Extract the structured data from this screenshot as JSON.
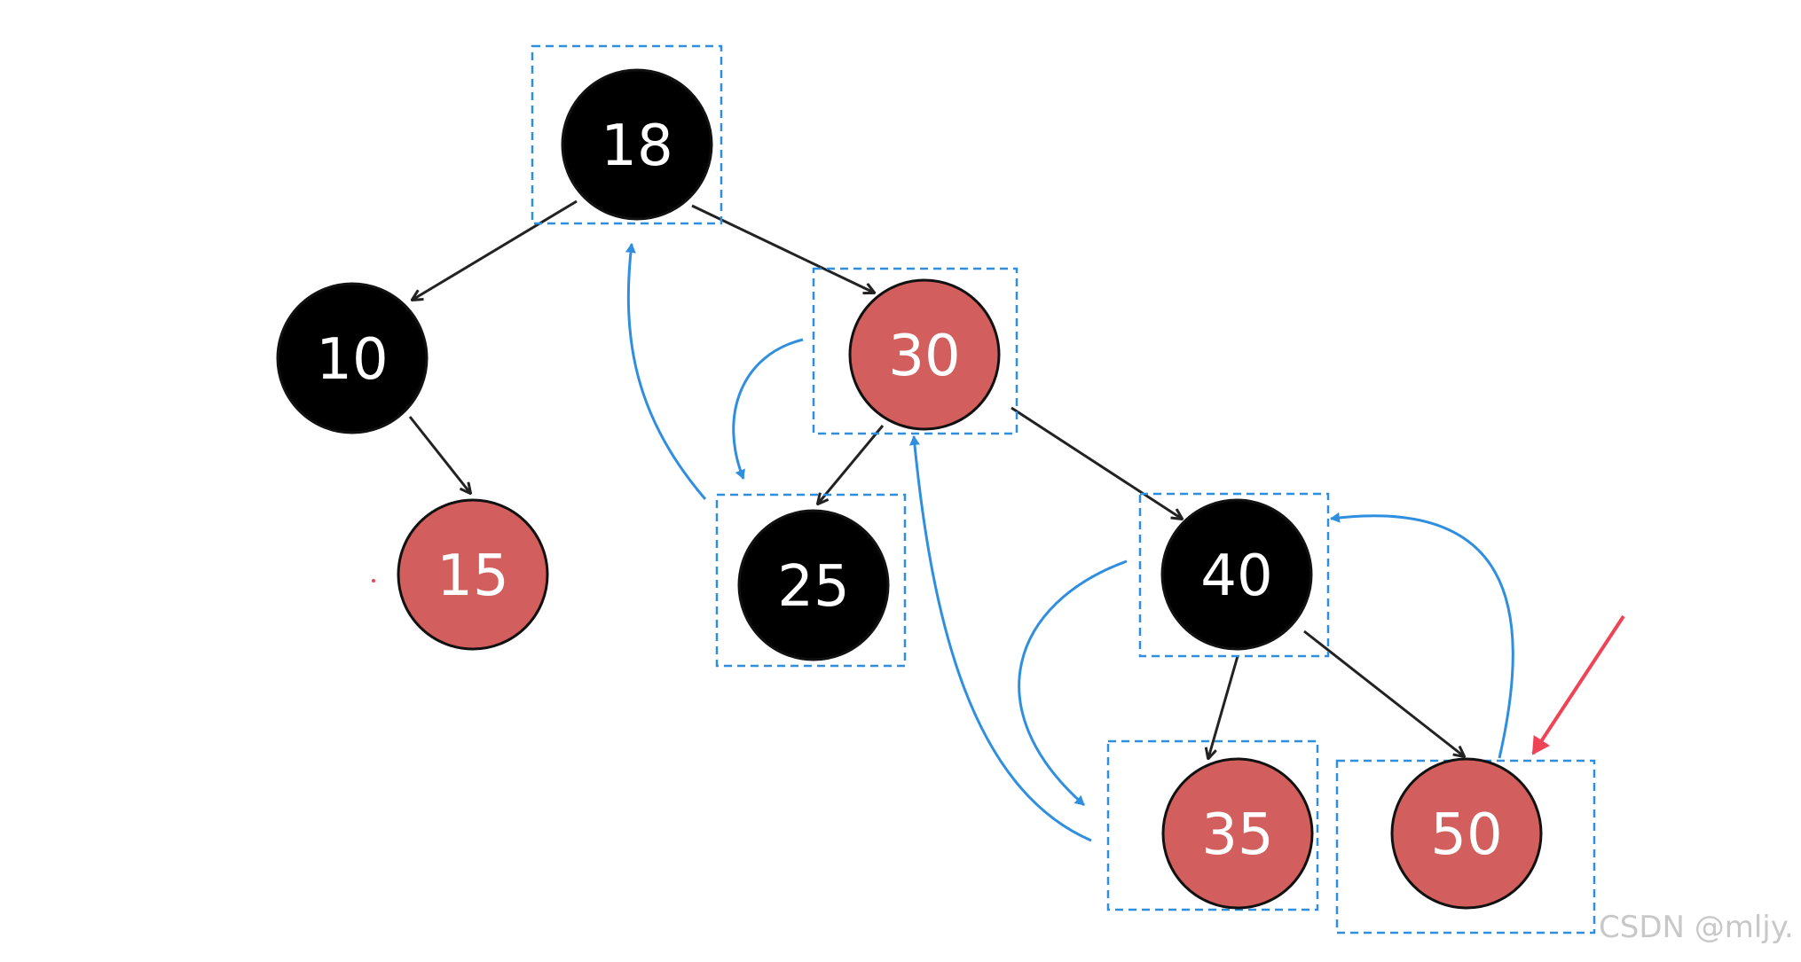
{
  "tree": {
    "nodes": [
      {
        "id": "n18",
        "label": "18",
        "color": "black"
      },
      {
        "id": "n10",
        "label": "10",
        "color": "black"
      },
      {
        "id": "n30",
        "label": "30",
        "color": "red"
      },
      {
        "id": "n15",
        "label": "15",
        "color": "red"
      },
      {
        "id": "n25",
        "label": "25",
        "color": "black"
      },
      {
        "id": "n40",
        "label": "40",
        "color": "black"
      },
      {
        "id": "n35",
        "label": "35",
        "color": "red"
      },
      {
        "id": "n50",
        "label": "50",
        "color": "red"
      }
    ],
    "edges": [
      {
        "from": "18",
        "to": "10"
      },
      {
        "from": "18",
        "to": "30"
      },
      {
        "from": "10",
        "to": "15"
      },
      {
        "from": "30",
        "to": "25"
      },
      {
        "from": "30",
        "to": "40"
      },
      {
        "from": "40",
        "to": "35"
      },
      {
        "from": "40",
        "to": "50"
      }
    ]
  },
  "colors": {
    "black_node": "#000000",
    "red_node": "#d25f5d",
    "node_text": "#ffffff",
    "highlight_box": "#2f8fde",
    "traversal_arrow": "#2f8fde",
    "tree_edge": "#222222",
    "pointer_arrow": "#ee4455",
    "watermark": "#c8c8c8"
  },
  "watermark": "CSDN @mljy."
}
